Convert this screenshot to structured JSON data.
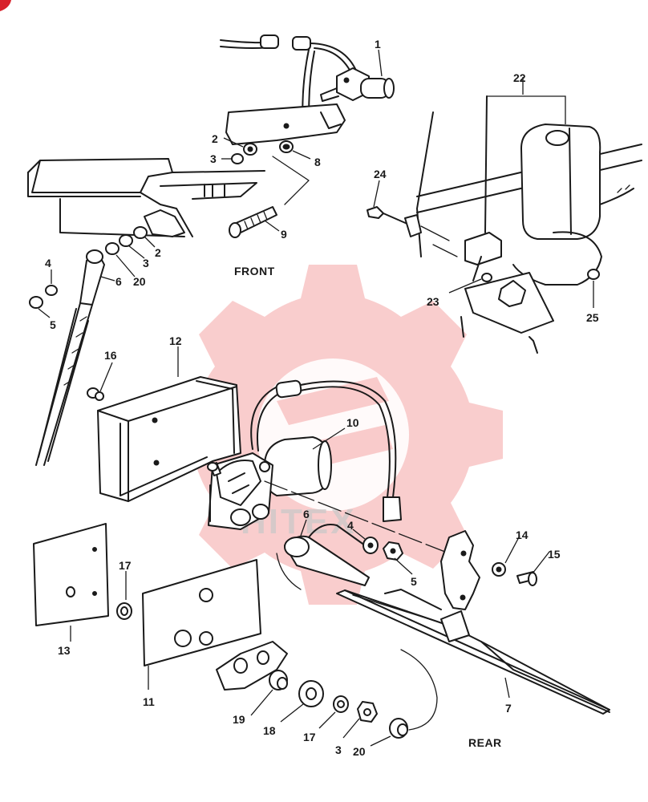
{
  "watermark": {
    "text": "HITEX",
    "color": "#f4a4a4"
  },
  "accent": {
    "corner_mark": "#d8202a",
    "line": "#1a1a1a"
  },
  "views": {
    "front": "FRONT",
    "rear": "REAR"
  },
  "callouts": {
    "c1": "1",
    "c2a": "2",
    "c2b": "2",
    "c3a": "3",
    "c3b": "3",
    "c3c": "3",
    "c4a": "4",
    "c4b": "4",
    "c5a": "5",
    "c5b": "5",
    "c6a": "6",
    "c6b": "6",
    "c7": "7",
    "c8": "8",
    "c9": "9",
    "c10": "10",
    "c11": "11",
    "c12": "12",
    "c13": "13",
    "c14": "14",
    "c15": "15",
    "c16": "16",
    "c17a": "17",
    "c17b": "17",
    "c18": "18",
    "c19": "19",
    "c20a": "20",
    "c20b": "20",
    "c22": "22",
    "c23": "23",
    "c24": "24",
    "c25": "25"
  }
}
